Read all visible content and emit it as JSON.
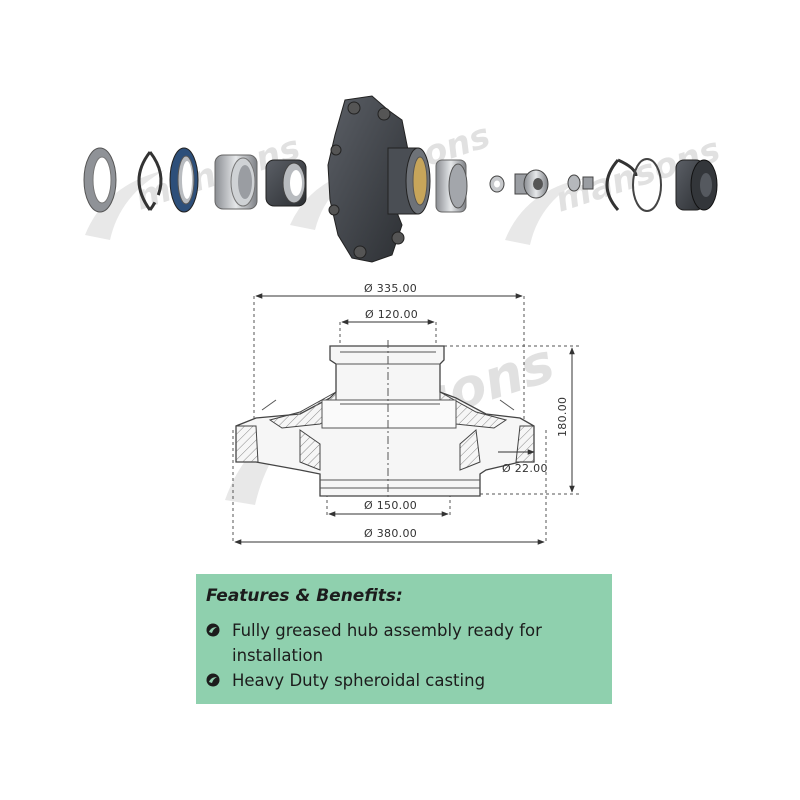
{
  "watermark": {
    "text": "mansons"
  },
  "drawing": {
    "dimensions": {
      "top_outer": "Ø 335.00",
      "top_inner": "Ø 120.00",
      "height": "180.00",
      "bolt_hole": "Ø 22.00",
      "bottom_inner": "Ø 150.00",
      "bottom_outer": "Ø 380.00"
    }
  },
  "features": {
    "title": "Features & Benefits:",
    "items": [
      {
        "text": "Fully greased hub assembly ready for installation"
      },
      {
        "text": "Heavy Duty spheroidal casting"
      }
    ]
  },
  "colors": {
    "panel": "#8fd0ae",
    "metal_dark": "#3f4247",
    "line": "#555555"
  }
}
